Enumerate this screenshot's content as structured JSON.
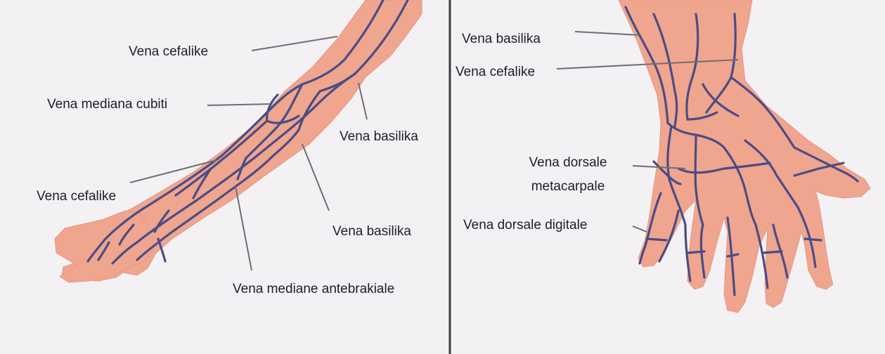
{
  "colors": {
    "background": "#f3f1f4",
    "skin": "#f0a58e",
    "skin_shadow": "#e89884",
    "vein": "#4a4c86",
    "divider": "#3c3a3e",
    "leader_line": "#6e6e72",
    "text": "#1f1f24"
  },
  "left_panel": {
    "labels": [
      {
        "id": "cephalic-upper",
        "text": "Vena cefalike"
      },
      {
        "id": "median-cubital",
        "text": "Vena mediana cubiti"
      },
      {
        "id": "basilic-upper",
        "text": "Vena basilika"
      },
      {
        "id": "cephalic-lower",
        "text": "Vena cefalike"
      },
      {
        "id": "basilic-lower",
        "text": "Vena basilika"
      },
      {
        "id": "median-antebrachial",
        "text": "Vena mediane antebrakiale"
      }
    ]
  },
  "right_panel": {
    "labels": [
      {
        "id": "basilic",
        "text": "Vena basilika"
      },
      {
        "id": "cephalic",
        "text": "Vena cefalike"
      },
      {
        "id": "dorsal-metacarpal-1",
        "text": "Vena dorsale"
      },
      {
        "id": "dorsal-metacarpal-2",
        "text": "metacarpale"
      },
      {
        "id": "dorsal-digital",
        "text": "Vena dorsale digitale"
      }
    ]
  }
}
